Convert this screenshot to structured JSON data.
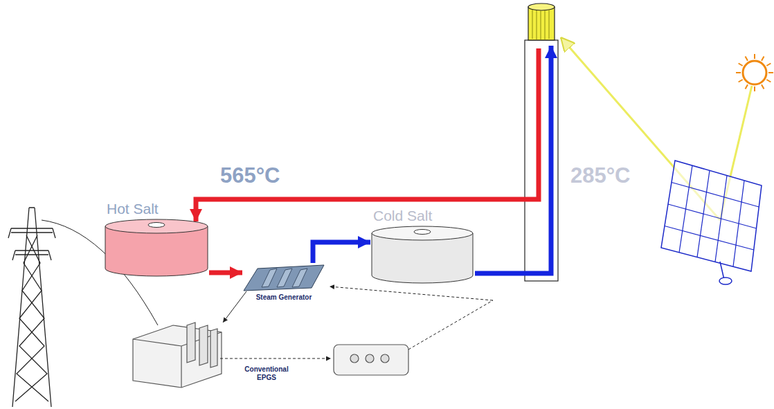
{
  "diagram": {
    "nodes": [
      {
        "text": [
          "Hot Salt"
        ]
      },
      {
        "text": [
          "Steam Generator"
        ]
      },
      {
        "text": [
          "Cold Salt"
        ]
      }
    ],
    "edges": [
      {
        "from": 0,
        "to": 1,
        "arrow": "to"
      },
      {
        "from": 1,
        "to": 2,
        "arrow": "to"
      }
    ],
    "labels": [
      "565°C",
      "285°C",
      "Conventional EPGS"
    ]
  }
}
